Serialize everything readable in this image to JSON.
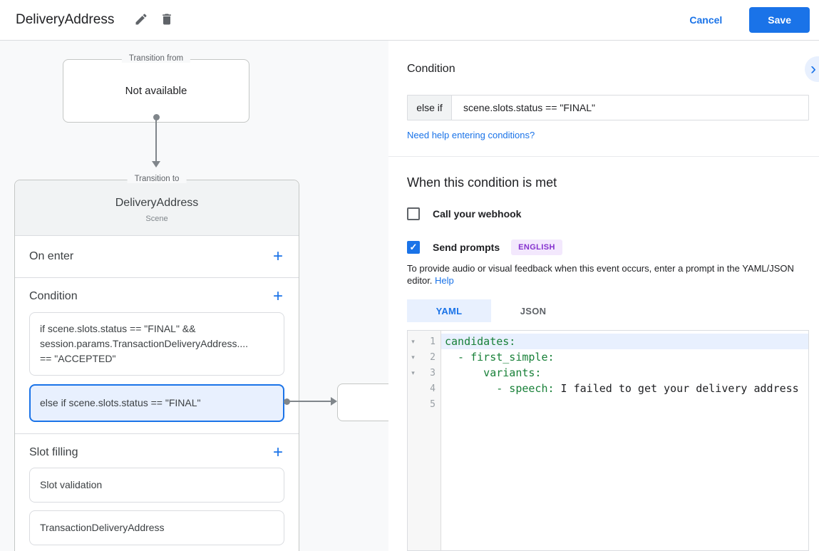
{
  "header": {
    "title": "DeliveryAddress",
    "cancel_label": "Cancel",
    "save_label": "Save"
  },
  "icons": {
    "plus": "+",
    "check": "✓",
    "chevron_right": "›",
    "fold": "▾"
  },
  "colors": {
    "accent_blue": "#1a73e8",
    "selection_bg": "#e8f0fe",
    "badge_bg": "#f3e8fd",
    "badge_text": "#8430ce",
    "code_key_green": "#188038",
    "panel_bg": "#f8f9fa"
  },
  "diagram": {
    "transition_from": {
      "legend": "Transition from",
      "content": "Not available"
    },
    "transition_to": {
      "legend": "Transition to",
      "title": "DeliveryAddress",
      "subtitle": "Scene",
      "on_enter_label": "On enter",
      "condition_label": "Condition",
      "condition_items": {
        "if_item_lines": [
          "if scene.slots.status == \"FINAL\" &&",
          "session.params.TransactionDeliveryAddress....",
          "== \"ACCEPTED\""
        ],
        "else_item": "else if scene.slots.status == \"FINAL\""
      },
      "slot_filling_label": "Slot filling",
      "slot_items": [
        "Slot validation",
        "TransactionDeliveryAddress"
      ]
    }
  },
  "condition_panel": {
    "heading": "Condition",
    "row": {
      "prefix": "else if",
      "expression": "scene.slots.status == \"FINAL\""
    },
    "help_link": "Need help entering conditions?",
    "when_met": {
      "heading": "When this condition is met",
      "webhook_label": "Call your webhook",
      "prompts_label": "Send prompts",
      "language_badge": "ENGLISH",
      "description": "To provide audio or visual feedback when this event occurs, enter a prompt in the YAML/JSON editor.",
      "help_label": "Help"
    },
    "tabs": {
      "yaml": "YAML",
      "json": "JSON"
    },
    "editor": {
      "lines": [
        {
          "number": "1",
          "fold": true,
          "highlight": true,
          "key": "candidates:",
          "value": ""
        },
        {
          "number": "2",
          "fold": true,
          "highlight": false,
          "key": "  - first_simple:",
          "value": ""
        },
        {
          "number": "3",
          "fold": true,
          "highlight": false,
          "key": "      variants:",
          "value": ""
        },
        {
          "number": "4",
          "fold": false,
          "highlight": false,
          "key": "        - speech:",
          "value": " I failed to get your delivery address"
        },
        {
          "number": "5",
          "fold": false,
          "highlight": false,
          "key": "",
          "value": ""
        }
      ]
    }
  }
}
